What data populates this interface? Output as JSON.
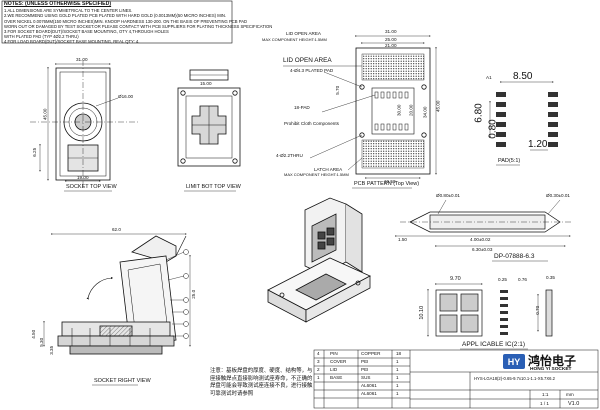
{
  "notes": {
    "title": "NOTES: (UNLESS OTHERWISE SPECIFIED)",
    "lines": [
      "1.ALL DIMENSIONS ARE SYMMETRICAL TO THE CENTER LINES.",
      "2.WE RECOMMEND USING GOLD PLATED PCB PLATED WITH HARD GOLD (0.0013MM)(50 MICRO INCHES) MIN.",
      "OVER NICKEL 0.0076MM(150 MICRO INCHES)MIN. KNOOP HARDNESS 130-200. ON THE BASIS OF PREVENTING PCB PAD",
      "WORN OUT OR DAMAGED BY TEST SOCKET.OR PLEASE CONTACT WITH PCB SUPPLIERS FOR PLATING THICKNESS SPECIFICATION",
      "3.FOR SOCKET BOARD(DUT)/SOCKET BASE MOUNTING, OTY 4,THROUGH HOLES",
      "WITH PLATED PAD (TYP 4Ø2.2 THRU)",
      "4.FOR LOAD BOARD(DUT)/SOCKET BASE MOUNTING, REAL QTY: 4."
    ]
  },
  "views": {
    "socket_top": "SOCKET TOP VIEW",
    "limit_bot_top": "LIMIT BOT TOP VIEW",
    "pcb_pattern": "PCB PATTERN (Top View)",
    "pad": "PAD(5:1)",
    "dp": "DP-07888-6.3",
    "appl": "APPL ICABLE IC(2:1)",
    "socket_right": "SOCKET RIGHT VIEW"
  },
  "callouts": {
    "lid_open_area_1": "LID OPEN AREA",
    "max_comp_h1": "MAX COMPONENT HEIGHT:1.5MM",
    "lid_open_area_2": "LID OPEN AREA",
    "plated_pad": "4-Ø4.3 PLATED PAD",
    "pad18": "18-PAD",
    "prohibit": "Prohibit Cloth Components",
    "thru": "4-Ø2.2THRU",
    "latch_area": "LATCH AREA",
    "max_comp_h2": "MAX COMPONENT HEIGHT:1.5MM"
  },
  "dims": {
    "st_31": "31.00",
    "st_15": "15.00",
    "st_19": "19.00",
    "st_6_25": "6.25",
    "st_45": "45.00",
    "st_d16": "Ø16.00",
    "pcb_31": "31.00",
    "pcb_25": "25.00",
    "pcb_21": "21.00",
    "pcb_5_70": "5.70",
    "pcb_19_50": "19.50",
    "pcb_45": "45.00",
    "pcb_34": "34.00",
    "pcb_20": "20.00",
    "pcb_30": "30.00",
    "pad_8_50": "8.50",
    "pad_0_80": "0.80",
    "pad_6_80": "6.80",
    "pad_1_20": "1.20",
    "pad_a1": "A1",
    "dp_1": "Ø0.30±0.01",
    "dp_2": "Ø0.80±0.01",
    "dp_3": "4.00±0.02",
    "dp_4": "6.30±0.03",
    "dp_5": "1.50",
    "ic_9_70": "9.70",
    "ic_0_25": "0.25",
    "ic_0_76": "0.76",
    "ic_10_10": "10.10",
    "ic_0_70": "0.70",
    "ic_0_35": "0.35",
    "sr_62": "62.0",
    "sr_25": "25.0",
    "sr_4_50": "4.50",
    "sr_5_30": "5.30",
    "sr_3_35": "3.35"
  },
  "cn_note": "注意：基板焊盘的厚度、硬度、结构等，与座接触焊点直接影响测试座寿命，不正确的焊盘可能会导致测试座连接不良，进行接触可靠测试时请参照",
  "bom": [
    {
      "no": "4",
      "name": "PIN",
      "mat": "COPPER",
      "qty": "18"
    },
    {
      "no": "3",
      "name": "COVER",
      "mat": "PEI",
      "qty": "1"
    },
    {
      "no": "2",
      "name": "LID",
      "mat": "PEI",
      "qty": "1"
    },
    {
      "no": "1",
      "name": "BASE",
      "mat": "SUS",
      "qty": "1"
    },
    {
      "no": "",
      "name": "",
      "mat": "AL6061",
      "qty": "1"
    },
    {
      "no": "",
      "name": "",
      "mat": "AL6061",
      "qty": "1"
    }
  ],
  "title_block": {
    "logo_cn": "鸿怡电子",
    "logo_en": "HONG YI SOCKET",
    "part_no": "HYS-LGA18(2)-0.65-9.7x10.1-1.1-X5.7X6.2",
    "scale": "1:1",
    "unit": "mm",
    "sheet": "1 / 1",
    "version": "V1.0"
  }
}
